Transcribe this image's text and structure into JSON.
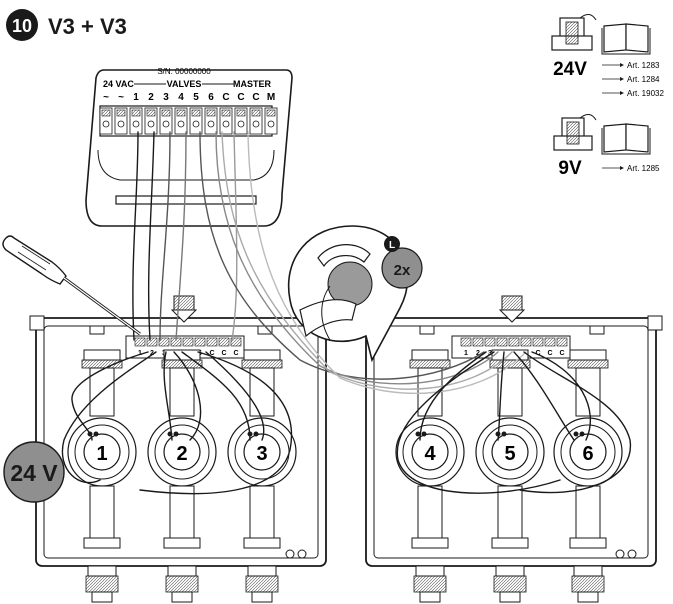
{
  "step": {
    "number": "10",
    "title": "V3 + V3"
  },
  "controller": {
    "serial": "S/N: 00000000",
    "group_labels": [
      "24 VAC",
      "VALVES",
      "MASTER"
    ],
    "terminals": [
      "~",
      "~",
      "1",
      "2",
      "3",
      "4",
      "5",
      "6",
      "C",
      "C",
      "C",
      "M"
    ]
  },
  "box_terminals": [
    "1",
    "2",
    "3",
    "4",
    "5",
    "6",
    "C",
    "C",
    "C"
  ],
  "valves": {
    "left_box": [
      "1",
      "2",
      "3"
    ],
    "right_box": [
      "4",
      "5",
      "6"
    ]
  },
  "left_badge": "24 V",
  "crimp_badge": "2x",
  "crimp_letter": "L",
  "legend": {
    "item_24v": {
      "voltage": "24V",
      "articles": [
        "Art. 1283",
        "Art. 1284",
        "Art. 19032"
      ]
    },
    "item_9v": {
      "voltage": "9V",
      "articles": [
        "Art. 1285"
      ]
    }
  },
  "icons": [
    "step-number-badge-icon",
    "screwdriver-icon",
    "crimp-pliers-icon",
    "valve-with-connector-icon",
    "manual-book-icon",
    "arrow-right-icon"
  ]
}
